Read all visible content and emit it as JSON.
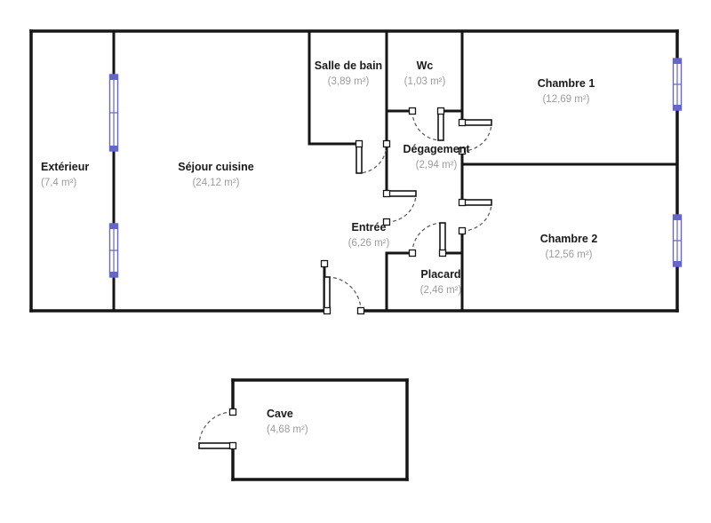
{
  "plan": {
    "rooms": [
      {
        "name": "Extérieur",
        "area": "(7,4 m²)"
      },
      {
        "name": "Séjour cuisine",
        "area": "(24,12 m²)"
      },
      {
        "name": "Salle de bain",
        "area": "(3,89 m²)"
      },
      {
        "name": "Wc",
        "area": "(1,03 m²)"
      },
      {
        "name": "Chambre 1",
        "area": "(12,69 m²)"
      },
      {
        "name": "Dégagement",
        "area": "(2,94 m²)"
      },
      {
        "name": "Entrée",
        "area": "(6,26 m²)"
      },
      {
        "name": "Placard",
        "area": "(2,46 m²)"
      },
      {
        "name": "Chambre 2",
        "area": "(12,56 m²)"
      },
      {
        "name": "Cave",
        "area": "(4,68 m²)"
      }
    ],
    "colors": {
      "wall": "#161616",
      "window": "#6565cf",
      "room_name_text": "#1a1a1a",
      "area_text": "#9b9b9b",
      "background": "#ffffff"
    }
  }
}
